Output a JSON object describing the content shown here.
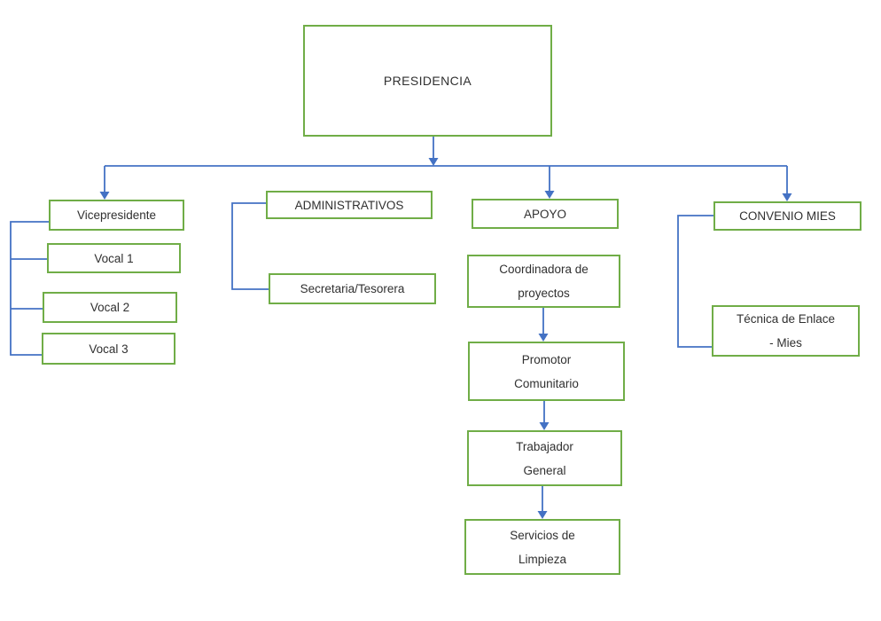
{
  "diagram": {
    "type": "org-chart",
    "nodes": {
      "presidencia": {
        "lines": [
          "PRESIDENCIA"
        ]
      },
      "vicepresidente": {
        "lines": [
          "Vicepresidente"
        ]
      },
      "vocal1": {
        "lines": [
          "Vocal 1"
        ]
      },
      "vocal2": {
        "lines": [
          "Vocal 2"
        ]
      },
      "vocal3": {
        "lines": [
          "Vocal 3"
        ]
      },
      "administrativos": {
        "lines": [
          "ADMINISTRATIVOS"
        ]
      },
      "secretaria": {
        "lines": [
          "Secretaria/Tesorera"
        ]
      },
      "apoyo": {
        "lines": [
          "APOYO"
        ]
      },
      "coordinadora": {
        "lines": [
          "Coordinadora de",
          "proyectos"
        ]
      },
      "promotor": {
        "lines": [
          "Promotor",
          "Comunitario"
        ]
      },
      "trabajador": {
        "lines": [
          "Trabajador",
          "General"
        ]
      },
      "servicios": {
        "lines": [
          "Servicios de",
          "Limpieza"
        ]
      },
      "convenio": {
        "lines": [
          "CONVENIO MIES"
        ]
      },
      "tecnica": {
        "lines": [
          "Técnica de Enlace",
          "- Mies"
        ]
      }
    },
    "hierarchy": {
      "root": "PRESIDENCIA",
      "arrow_targets_from_root_line": [
        "Vicepresidente",
        "APOYO",
        "CONVENIO MIES"
      ],
      "groups": [
        {
          "head": "Vicepresidente",
          "members": [
            "Vocal 1",
            "Vocal 2",
            "Vocal 3"
          ]
        },
        {
          "head": "ADMINISTRATIVOS",
          "members": [
            "Secretaria/Tesorera"
          ]
        },
        {
          "head": "CONVENIO MIES",
          "members": [
            "Técnica de Enlace - Mies"
          ]
        }
      ],
      "chain": [
        "Coordinadora de proyectos",
        "Promotor Comunitario",
        "Trabajador General",
        "Servicios de Limpieza"
      ]
    },
    "colors": {
      "box_border": "#70AD47",
      "connector": "#4472C4",
      "text": "#303030",
      "background": "#FFFFFF"
    }
  }
}
